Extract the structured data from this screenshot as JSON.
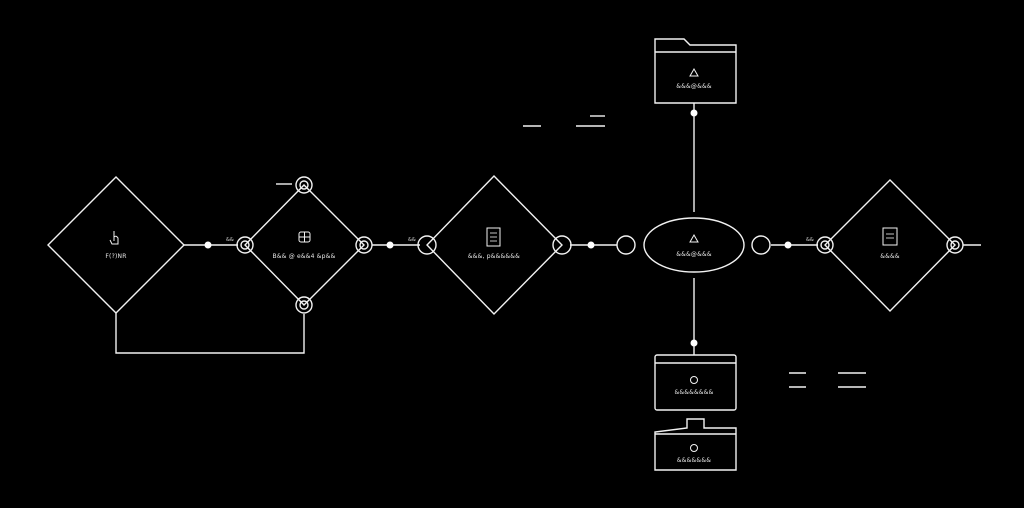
{
  "diagram": {
    "colors": {
      "background": "#000000",
      "line": "#f2f2f2"
    },
    "nodes": [
      {
        "id": "diamond-1",
        "label": "F(?)NR",
        "icon": "hand-pointer-icon"
      },
      {
        "id": "diamond-2",
        "label": "B&& @ e&&4 &p&&",
        "icon": "cube-icon"
      },
      {
        "id": "diamond-3",
        "label": "&&&, p&&&&&&",
        "icon": "document-list-icon"
      },
      {
        "id": "ellipse-center",
        "label": "&&&@&&&",
        "icon": "recycle-icon"
      },
      {
        "id": "diamond-4",
        "label": "&&&&",
        "icon": "document-icon"
      },
      {
        "id": "folder-top",
        "label": "&&&@&&&",
        "icon": "recycle-icon"
      },
      {
        "id": "monitor-bottom",
        "label": "&&&&&&&&",
        "icon": "person-icon"
      },
      {
        "id": "drawer-bottom",
        "label": "&&&&&&&",
        "icon": "person-icon"
      }
    ],
    "edge_labels": [
      {
        "id": "edge-1-2",
        "text": "&&"
      },
      {
        "id": "edge-2-3",
        "text": "&&"
      },
      {
        "id": "edge-c-4",
        "text": "&&"
      }
    ]
  }
}
